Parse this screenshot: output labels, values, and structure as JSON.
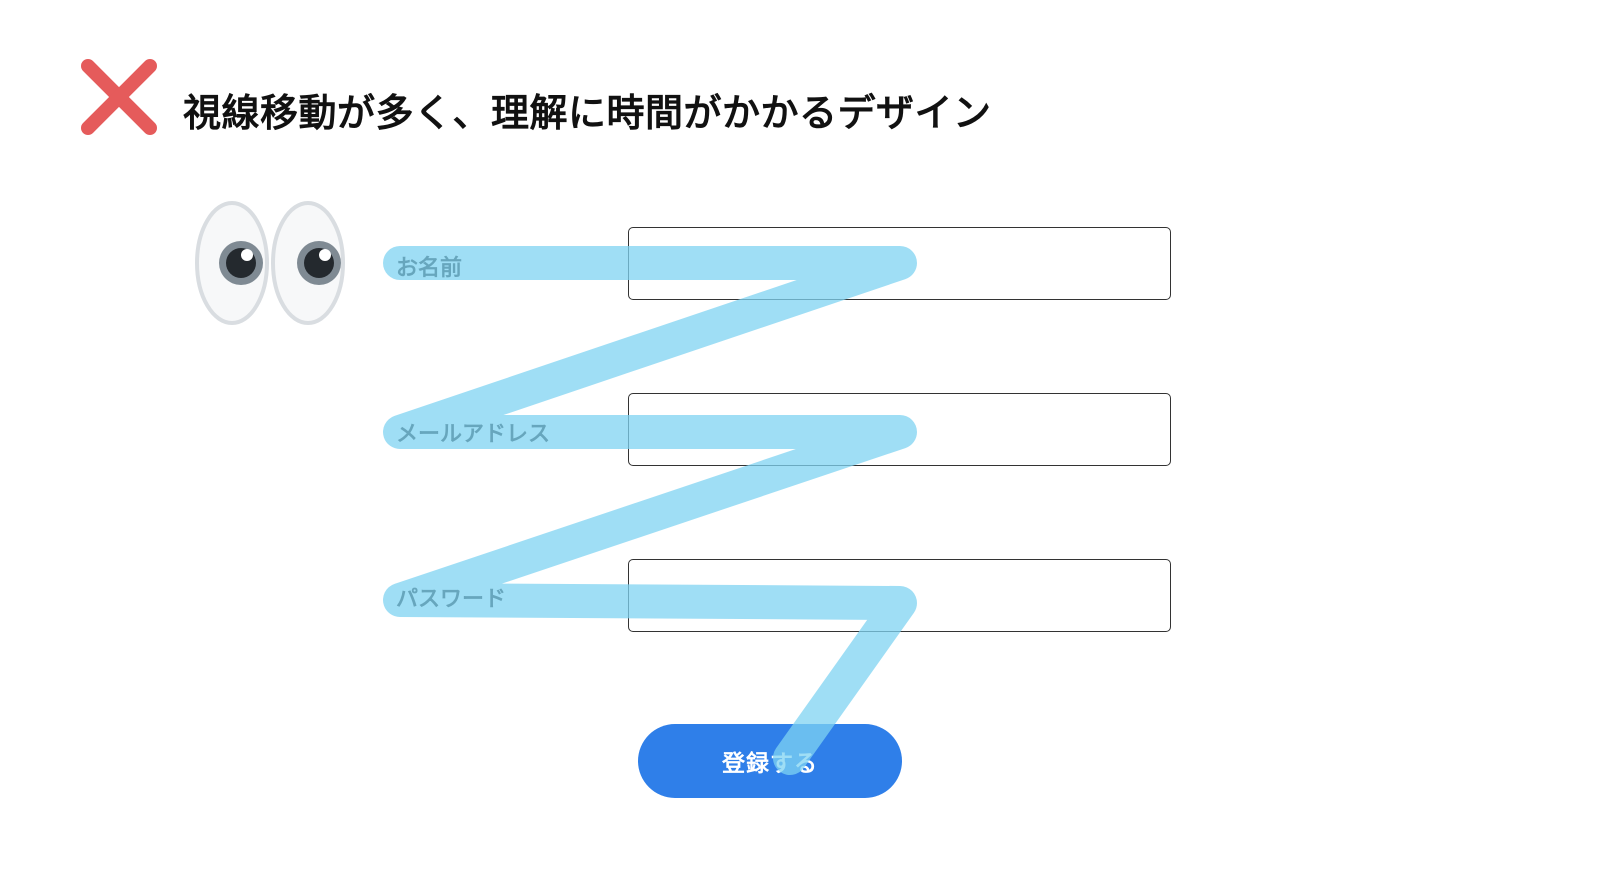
{
  "headline": {
    "icon": "cross-icon",
    "icon_color": "#e55b5b",
    "text": "視線移動が多く、理解に時間がかかるデザイン"
  },
  "illustration": {
    "icon": "eyes-icon"
  },
  "form": {
    "name_label": "お名前",
    "email_label": "メールアドレス",
    "password_label": "パスワード",
    "name_value": "",
    "email_value": "",
    "password_value": "",
    "submit_label": "登録する"
  },
  "colors": {
    "gaze_path": "#7fd3f2",
    "button": "#2f7fe9",
    "cross": "#e55b5b"
  }
}
